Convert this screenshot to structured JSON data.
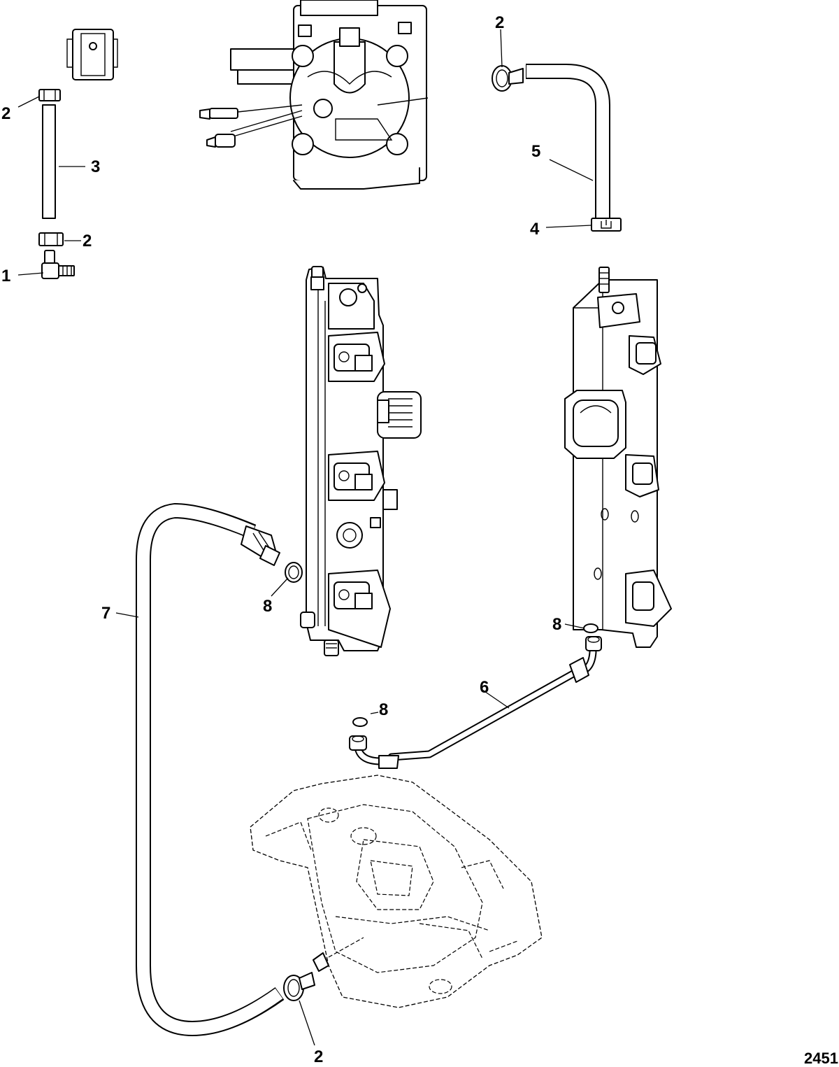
{
  "figure_id": "2451",
  "callouts": {
    "c1": "1",
    "c2a": "2",
    "c2b": "2",
    "c2c": "2",
    "c2d": "2",
    "c3": "3",
    "c4": "4",
    "c5": "5",
    "c6": "6",
    "c7": "7",
    "c8a": "8",
    "c8b": "8",
    "c8c": "8"
  }
}
